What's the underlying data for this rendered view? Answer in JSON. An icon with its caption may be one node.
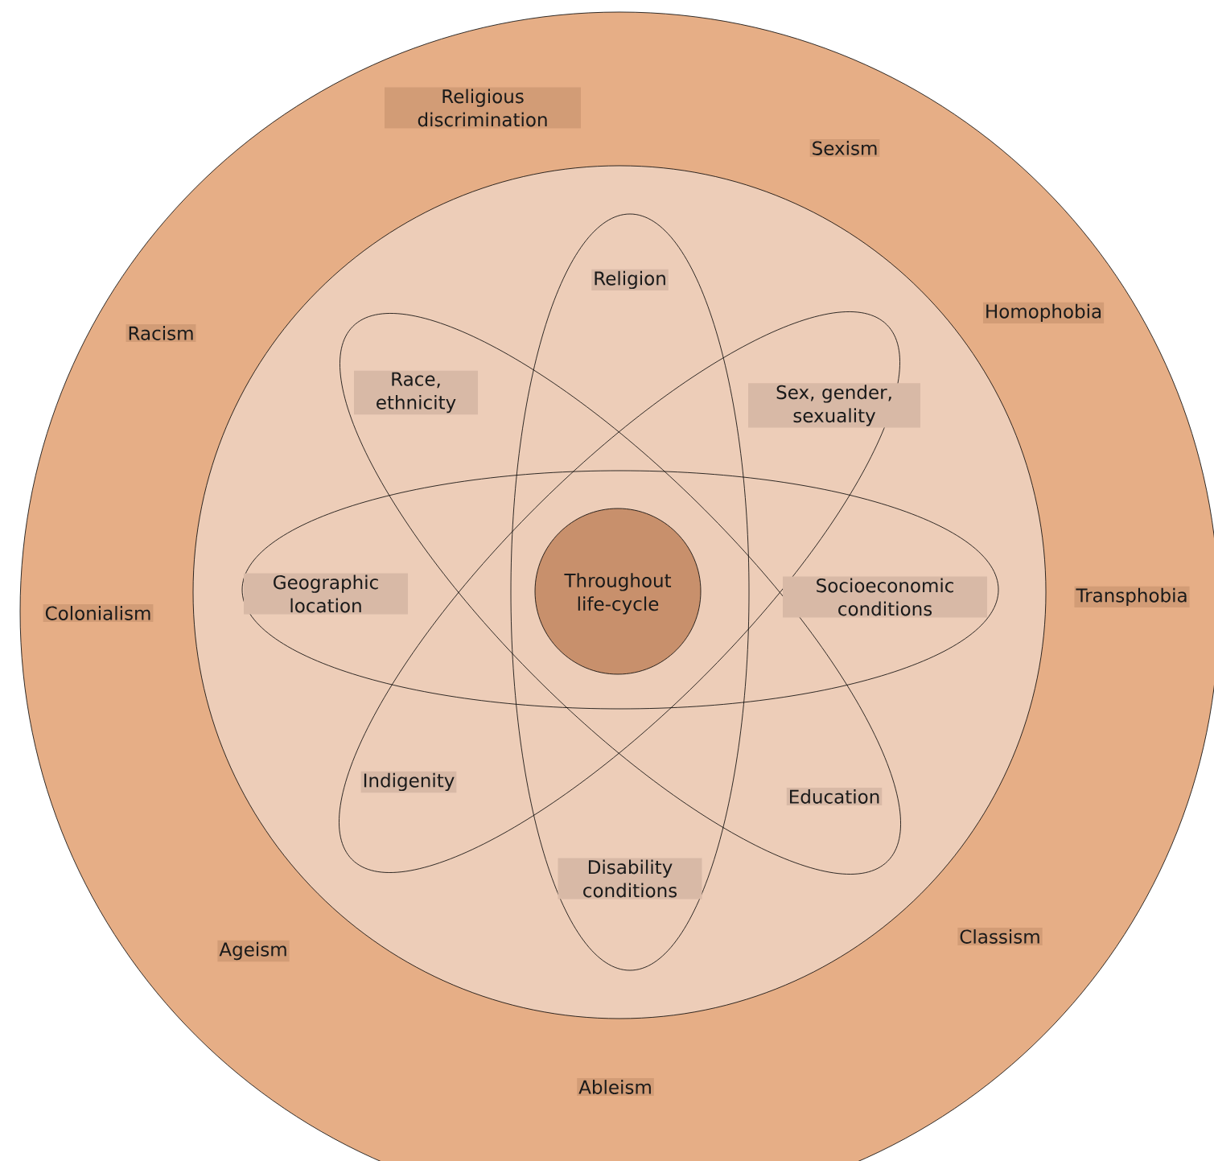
{
  "diagram": {
    "nodes": [
      {
        "text": [
          "Religious discrimination",
          "Sexism",
          "Homophobia",
          "Racism",
          "Transphobia",
          "Colonialism",
          "Classism",
          "Ageism",
          "Ableism"
        ]
      },
      {
        "text": [],
        "shape": "circle",
        "in": 0
      },
      {
        "text": [
          "Religion",
          "Disability conditions"
        ],
        "in": 1
      },
      {
        "text": [
          "Race, ethnicity",
          "Education"
        ],
        "in": 1
      },
      {
        "text": [
          "Sex, gender, sexuality",
          "Indigenity"
        ],
        "in": 1
      },
      {
        "text": [
          "Geographic location",
          "Socioeconomic conditions"
        ],
        "in": 1
      },
      {
        "text": [
          "Throughout life-cycle"
        ]
      }
    ]
  }
}
